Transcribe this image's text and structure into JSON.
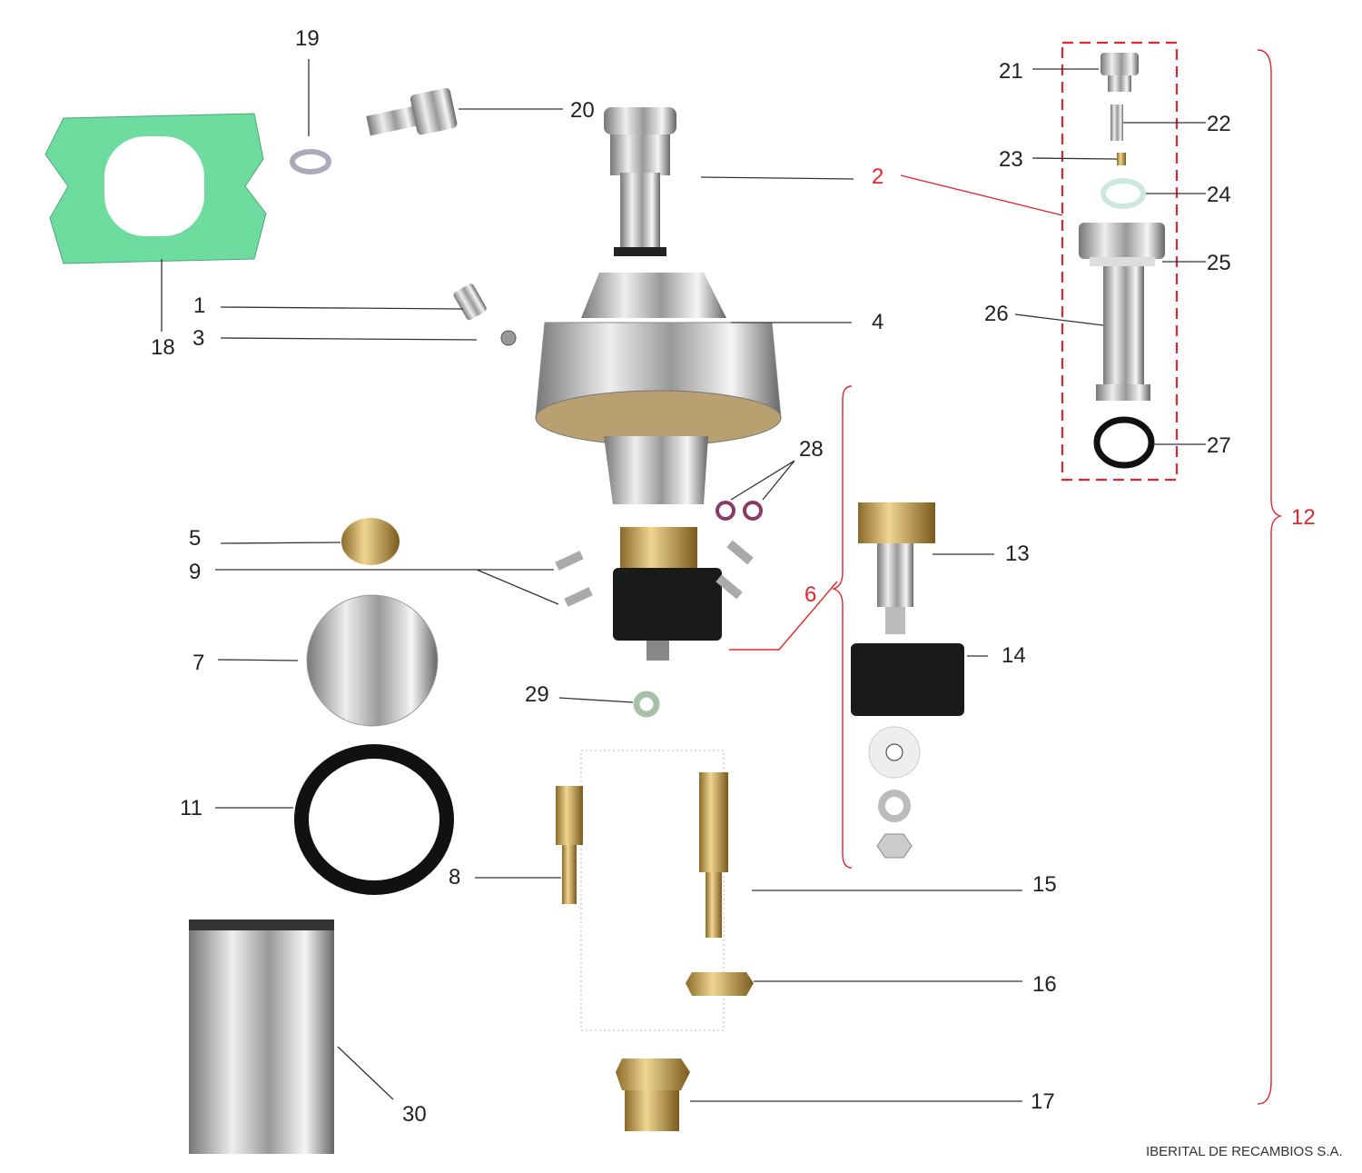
{
  "diagram": {
    "callouts": {
      "c1": "1",
      "c2": "2",
      "c3": "3",
      "c4": "4",
      "c5": "5",
      "c6": "6",
      "c7": "7",
      "c8": "8",
      "c9": "9",
      "c11": "11",
      "c12": "12",
      "c13": "13",
      "c14": "14",
      "c15": "15",
      "c16": "16",
      "c17": "17",
      "c18": "18",
      "c19": "19",
      "c20": "20",
      "c21": "21",
      "c22": "22",
      "c23": "23",
      "c24": "24",
      "c25": "25",
      "c26": "26",
      "c27": "27",
      "c28": "28",
      "c29": "29",
      "c30": "30"
    },
    "group_color": "#e0262e",
    "footer": "IBERITAL DE RECAMBIOS S.A."
  }
}
